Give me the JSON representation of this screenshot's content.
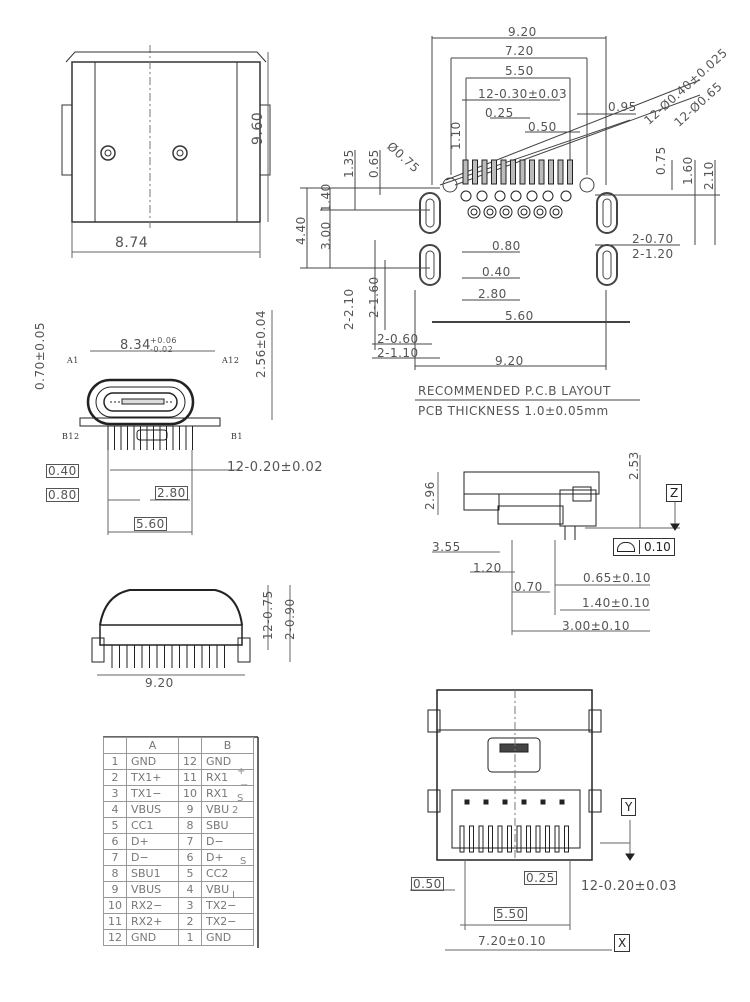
{
  "top_view": {
    "height": "9.60",
    "width": "8.74"
  },
  "pcb_layout": {
    "overall_width": "9.20",
    "pad_span": "7.20",
    "pin_span": "5.50",
    "pin_width": "12-0.30±0.03",
    "pitch_small": "0.25",
    "pitch": "0.50",
    "edge_offset": "0.95",
    "pin_hole_dia": "12-Ø0.40±0.025",
    "pin_pad_dia": "12-Ø0.65",
    "locator_dia": "Ø0.75",
    "pin_length": "1.10",
    "dim_1_35": "1.35",
    "dim_0_65": "0.65",
    "dim_1_40": "1.40",
    "dim_4_40": "4.40",
    "dim_3_00": "3.00",
    "dim_0_75": "0.75",
    "dim_1_60": "1.60",
    "dim_2_10": "2.10",
    "slot_width_top": "2-0.70",
    "slot_length_top": "2-1.20",
    "dim_0_80": "0.80",
    "dim_0_40": "0.40",
    "dim_2_80": "2.80",
    "dim_5_60": "5.60",
    "slot_length_bottom": "2-2.10",
    "slot_height_bottom": "2-1.60",
    "slot_width_bottom": "2-0.60",
    "slot_pad_bottom": "2-1.10",
    "bottom_width": "9.20",
    "title": "RECOMMENDED P.C.B LAYOUT",
    "thickness": "PCB THICKNESS 1.0±0.05mm"
  },
  "front_view": {
    "shell_thickness": "0.70±0.05",
    "opening_width": "8.34",
    "tol_plus": "+0.06",
    "tol_minus": "-0.02",
    "height": "2.56±0.04",
    "pin_a1": "A1",
    "pin_a12": "A12",
    "pin_b12": "B12",
    "pin_b1": "B1",
    "pitch_0_40": "0.40",
    "pitch_0_80": "0.80",
    "dim_2_80": "2.80",
    "dim_5_60": "5.60",
    "pin_width": "12-0.20±0.02"
  },
  "side_view": {
    "height": "2.96",
    "top_to_board": "2.53",
    "datum_z": "Z",
    "flatness": "0.10",
    "dim_3_55": "3.55",
    "dim_1_20": "1.20",
    "dim_0_70": "0.70",
    "dim_0_65": "0.65±0.10",
    "dim_1_40": "1.40±0.10",
    "dim_3_00": "3.00±0.10"
  },
  "rear_view": {
    "pin_length": "12-0.75",
    "tail_length": "2-0.90",
    "width": "9.20"
  },
  "bottom_view": {
    "datum_y": "Y",
    "datum_x": "X",
    "dim_0_50": "0.50",
    "dim_0_25": "0.25",
    "pin_width": "12-0.20±0.03",
    "dim_5_50": "5.50",
    "dim_7_20": "7.20±0.10"
  },
  "pin_table": {
    "headers": [
      "A",
      "B"
    ],
    "rows": [
      [
        "1",
        "GND",
        "12",
        "GND"
      ],
      [
        "2",
        "TX1+",
        "11",
        "RX1"
      ],
      [
        "3",
        "TX1−",
        "10",
        "RX1"
      ],
      [
        "4",
        "VBUS",
        "9",
        "VBU"
      ],
      [
        "5",
        "CC1",
        "8",
        "SBU"
      ],
      [
        "6",
        "D+",
        "7",
        "D−"
      ],
      [
        "7",
        "D−",
        "6",
        "D+"
      ],
      [
        "8",
        "SBU1",
        "5",
        "CC2"
      ],
      [
        "9",
        "VBUS",
        "4",
        "VBU"
      ],
      [
        "10",
        "RX2−",
        "3",
        "TX2−"
      ],
      [
        "11",
        "RX2+",
        "2",
        "TX2−"
      ],
      [
        "12",
        "GND",
        "1",
        "GND"
      ]
    ],
    "marks": [
      "+",
      "−",
      "S",
      "2",
      "S",
      "I"
    ]
  }
}
